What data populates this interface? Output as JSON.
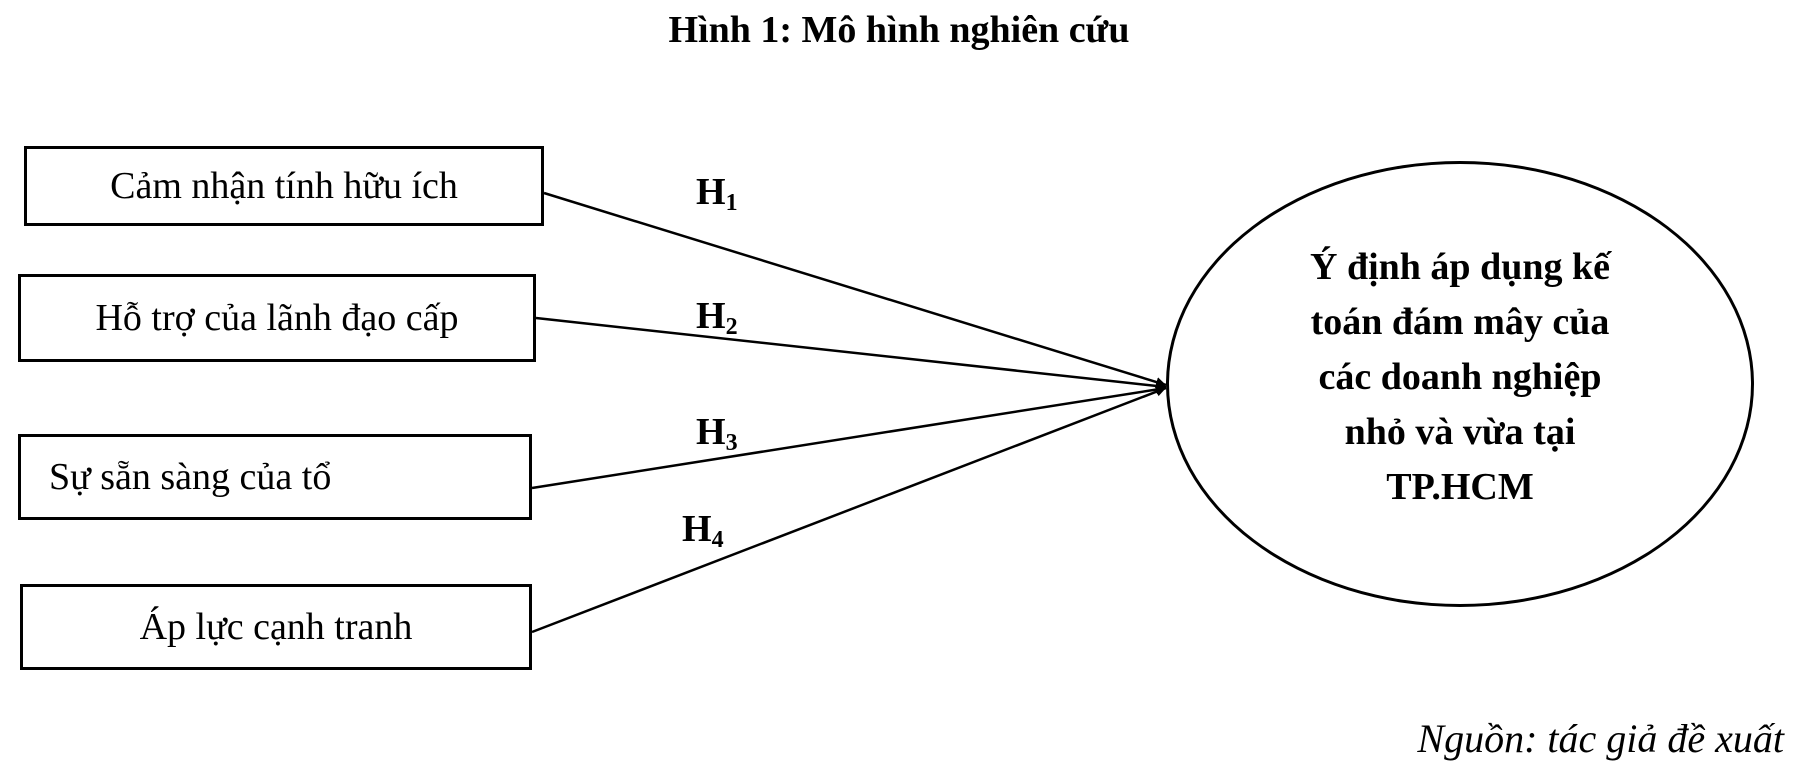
{
  "figure": {
    "title": "Hình 1: Mô hình nghiên cứu",
    "source": "Nguồn: tác giả đề xuất"
  },
  "factors": [
    {
      "label": "Cảm nhận tính hữu ích",
      "hypothesis": "H",
      "hypothesis_sub": "1"
    },
    {
      "label": "Hỗ trợ của lãnh đạo cấp",
      "hypothesis": "H",
      "hypothesis_sub": "2"
    },
    {
      "label": "Sự sẵn sàng của tổ",
      "hypothesis": "H",
      "hypothesis_sub": "3"
    },
    {
      "label": "Áp lực cạnh tranh",
      "hypothesis": "H",
      "hypothesis_sub": "4"
    }
  ],
  "outcome": {
    "lines": [
      "Ý định áp dụng kế",
      "toán đám mây của",
      "các doanh nghiệp",
      "nhỏ và vừa tại",
      "TP.HCM"
    ]
  }
}
